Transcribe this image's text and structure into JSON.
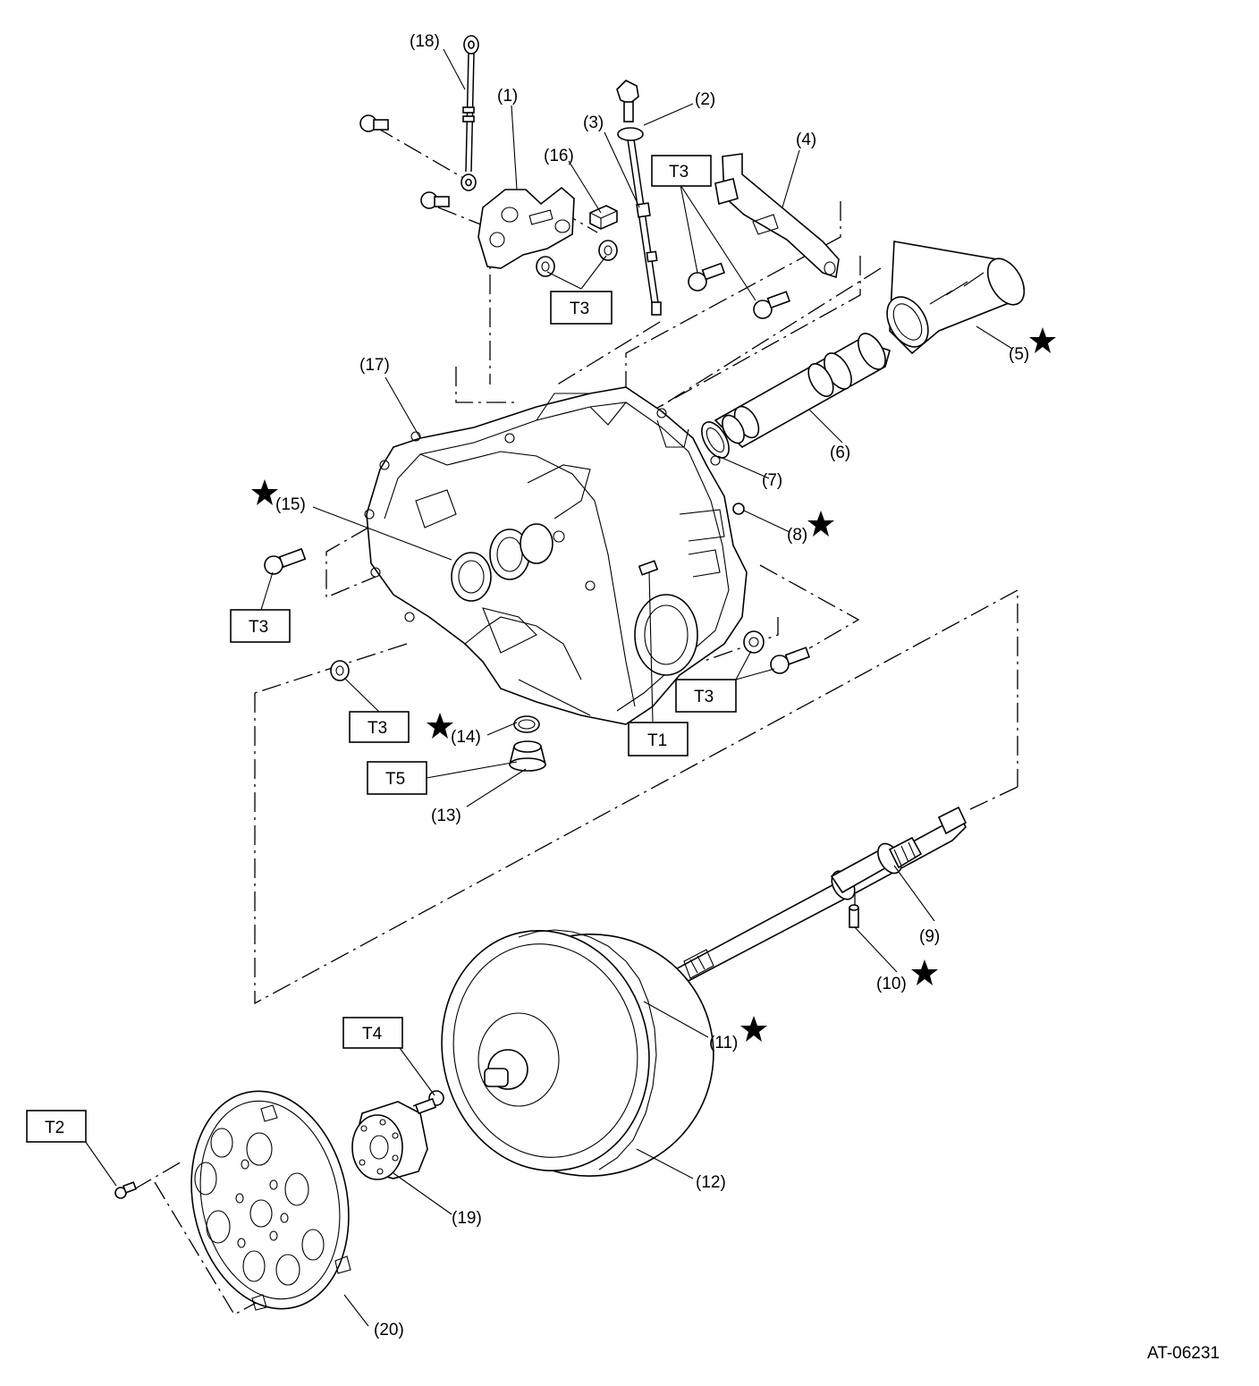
{
  "figure_code": "AT-06231",
  "callouts": {
    "c1": "(1)",
    "c2": "(2)",
    "c3": "(3)",
    "c4": "(4)",
    "c5": "(5)",
    "c6": "(6)",
    "c7": "(7)",
    "c8": "(8)",
    "c9": "(9)",
    "c10": "(10)",
    "c11": "(11)",
    "c12": "(12)",
    "c13": "(13)",
    "c14": "(14)",
    "c15": "(15)",
    "c16": "(16)",
    "c17": "(17)",
    "c18": "(18)",
    "c19": "(19)",
    "c20": "(20)"
  },
  "torque": {
    "t3a": "T3",
    "t3b": "T3",
    "t3c": "T3",
    "t3d": "T3",
    "t3e": "T3",
    "t1": "T1",
    "t5": "T5",
    "t4": "T4",
    "t2": "T2"
  },
  "icons": {
    "star": "star-icon"
  }
}
